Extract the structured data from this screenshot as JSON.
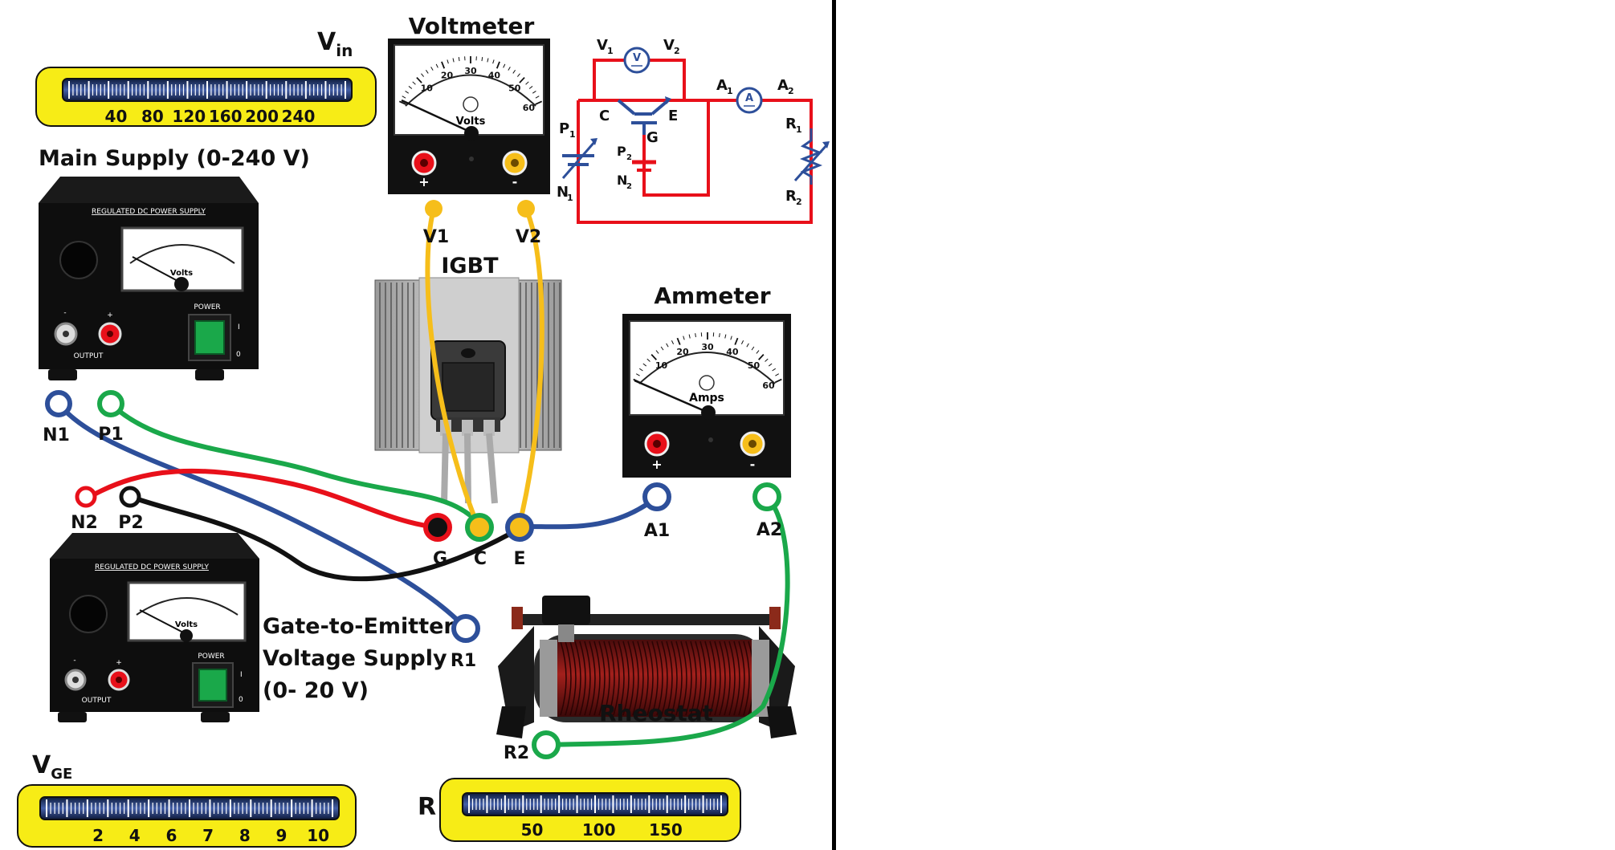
{
  "titles": {
    "voltmeter": "Voltmeter",
    "ammeter": "Ammeter",
    "igbt": "IGBT",
    "rheostat": "Rheostat",
    "main_supply": "Main Supply (0-240 V)",
    "gate_supply_line1": "Gate-to-Emitter",
    "gate_supply_line2": "Voltage Supply",
    "gate_supply_line3": "(0- 20 V)"
  },
  "sliders": {
    "vin": {
      "label": "V",
      "sub": "in",
      "ticks": [
        "40",
        "80",
        "120",
        "160",
        "200",
        "240"
      ]
    },
    "vge": {
      "label": "V",
      "sub": "GE",
      "ticks": [
        "2",
        "4",
        "6",
        "7",
        "8",
        "9",
        "10"
      ]
    },
    "r": {
      "label": "R",
      "ticks": [
        "50",
        "100",
        "150"
      ]
    }
  },
  "meters": {
    "voltmeter": {
      "unit": "Volts",
      "scale": [
        "10",
        "20",
        "30",
        "40",
        "50",
        "60"
      ],
      "plus": "+",
      "minus": "-"
    },
    "ammeter": {
      "unit": "Amps",
      "scale": [
        "10",
        "20",
        "30",
        "40",
        "50",
        "60"
      ],
      "plus": "+",
      "minus": "-"
    }
  },
  "power_supply": {
    "heading": "REGULATED DC POWER SUPPLY",
    "meter_unit": "Volts",
    "power": "POWER",
    "output": "OUTPUT",
    "on": "I",
    "off": "0",
    "minus": "-",
    "plus": "+"
  },
  "terminals": {
    "N1": "N1",
    "P1": "P1",
    "N2": "N2",
    "P2": "P2",
    "G": "G",
    "C": "C",
    "E": "E",
    "A1": "A1",
    "A2": "A2",
    "R1": "R1",
    "R2": "R2",
    "V1": "V1",
    "V2": "V2"
  },
  "schematic": {
    "V": "V",
    "A": "A",
    "V1": "V",
    "V1s": "1",
    "V2": "V",
    "V2s": "2",
    "A1": "A",
    "A1s": "1",
    "A2": "A",
    "A2s": "2",
    "R1": "R",
    "R1s": "1",
    "R2": "R",
    "R2s": "2",
    "P1": "P",
    "P1s": "1",
    "N1": "N",
    "N1s": "1",
    "P2": "P",
    "P2s": "2",
    "N2": "N",
    "N2s": "2",
    "C": "C",
    "E": "E",
    "G": "G"
  },
  "colors": {
    "red": "#e8101a",
    "blue": "#2d4f9a",
    "green": "#1aa84a",
    "yellow": "#f7ec16",
    "wire_yellow": "#f6be1a",
    "black": "#111111",
    "slider_bar": "#1f3262"
  }
}
